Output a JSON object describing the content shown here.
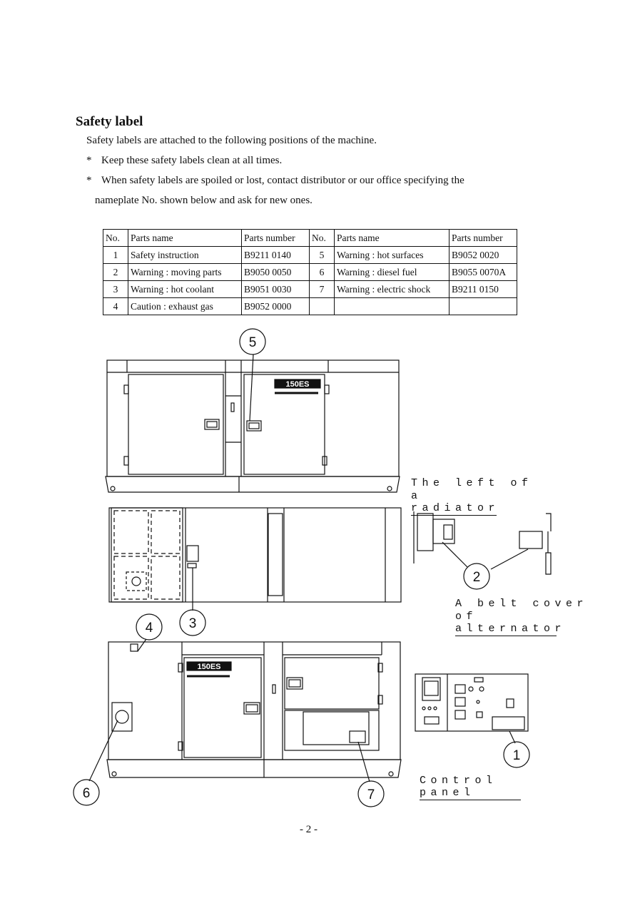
{
  "heading": "Safety label",
  "intro": "Safety labels are attached to the following positions of the machine.",
  "notes": [
    {
      "bullet": "*",
      "text": "Keep these safety labels clean at all times."
    },
    {
      "bullet": "*",
      "text": "When safety labels are spoiled or lost, contact distributor or our office specifying the",
      "continuation": "nameplate No. shown below and ask for new ones."
    }
  ],
  "table": {
    "headers": [
      "No.",
      "Parts name",
      "Parts number",
      "No.",
      "Parts name",
      "Parts number"
    ],
    "rows": [
      [
        "1",
        "Safety instruction",
        "B9211  0140",
        "5",
        "Warning : hot surfaces",
        "B9052  0020"
      ],
      [
        "2",
        "Warning : moving parts",
        "B9050  0050",
        "6",
        "Warning : diesel fuel",
        "B9055  0070A"
      ],
      [
        "3",
        "Warning : hot coolant",
        "B9051  0030",
        "7",
        "Warning : electric shock",
        "B9211  0150"
      ],
      [
        "4",
        "Caution : exhaust gas",
        "B9052  0000",
        "",
        "",
        ""
      ]
    ]
  },
  "callouts": [
    "5",
    "2",
    "4",
    "3",
    "6",
    "7",
    "1"
  ],
  "labels": {
    "radiator_line1": "The left of",
    "radiator_line2": "a radiator",
    "belt_line1": "A belt cover",
    "belt_line2": "of alternator",
    "control_panel": "Control panel"
  },
  "model_badge": "150ES",
  "page_number": "- 2 -"
}
